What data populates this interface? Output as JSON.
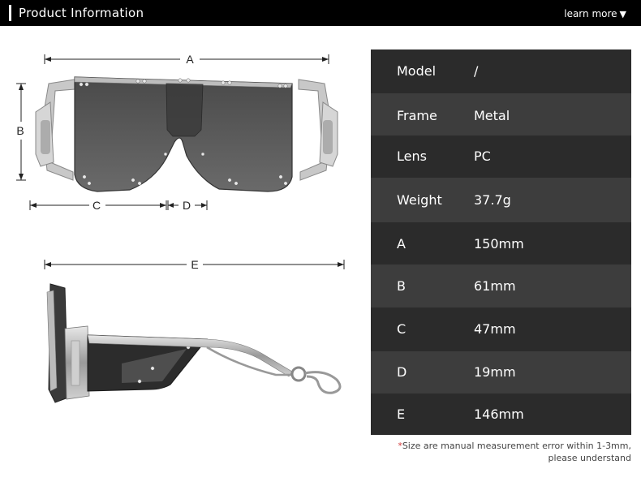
{
  "header": {
    "title": "Product Information",
    "learn_more": "learn more",
    "learn_more_icon": "triangle-down-icon"
  },
  "dimensions": {
    "A": "A",
    "B": "B",
    "C": "C",
    "D": "D",
    "E": "E"
  },
  "specs": [
    {
      "label": "Model",
      "value": "/"
    },
    {
      "label": "Frame",
      "value": "Metal"
    },
    {
      "label": "Lens",
      "value": "PC"
    },
    {
      "label": "Weight",
      "value": "37.7g"
    },
    {
      "label": "A",
      "value": "150mm"
    },
    {
      "label": "B",
      "value": "61mm"
    },
    {
      "label": "C",
      "value": "47mm"
    },
    {
      "label": "D",
      "value": "19mm"
    },
    {
      "label": "E",
      "value": "146mm"
    }
  ],
  "note": {
    "star": "*",
    "line1": "Size are manual measurement error within 1-3mm,",
    "line2": "please understand"
  },
  "colors": {
    "header_bg": "#000000",
    "row_dark": "#2b2b2b",
    "row_light": "#3d3d3d",
    "note_star": "#d23b3b"
  }
}
